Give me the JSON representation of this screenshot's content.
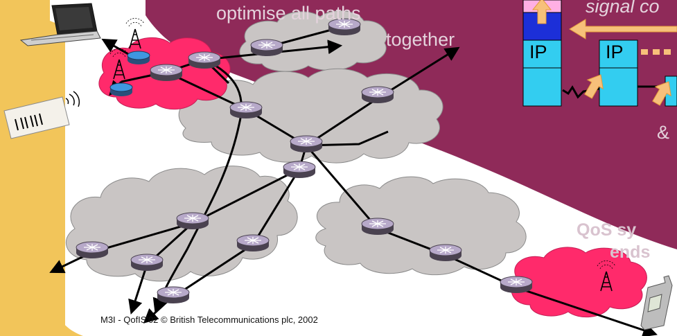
{
  "annotations": {
    "optimise": "optimise all paths",
    "together": "together",
    "signal": "signal co",
    "amp": "&",
    "qos_line1": "QoS sy",
    "qos_line2": "ends"
  },
  "stack": {
    "ip_left": "IP",
    "ip_right": "IP"
  },
  "footer": "M3I - QofIS'02   © British Telecommunications plc, 2002",
  "colors": {
    "maroon_band": "#8f2a59",
    "left_band": "#f2c55a",
    "core_cloud": "#c9c5c4",
    "access_cloud": "#ff2a6b",
    "stack_cyan": "#33cdf0",
    "stack_blue": "#1c2fd8",
    "stack_pink": "#ffb0e4",
    "arrow_peach": "#f7c07a"
  },
  "icons": [
    "laptop-icon",
    "barcode-card-icon",
    "mobile-phone-icon",
    "radio-tower-icon",
    "router-icon"
  ]
}
